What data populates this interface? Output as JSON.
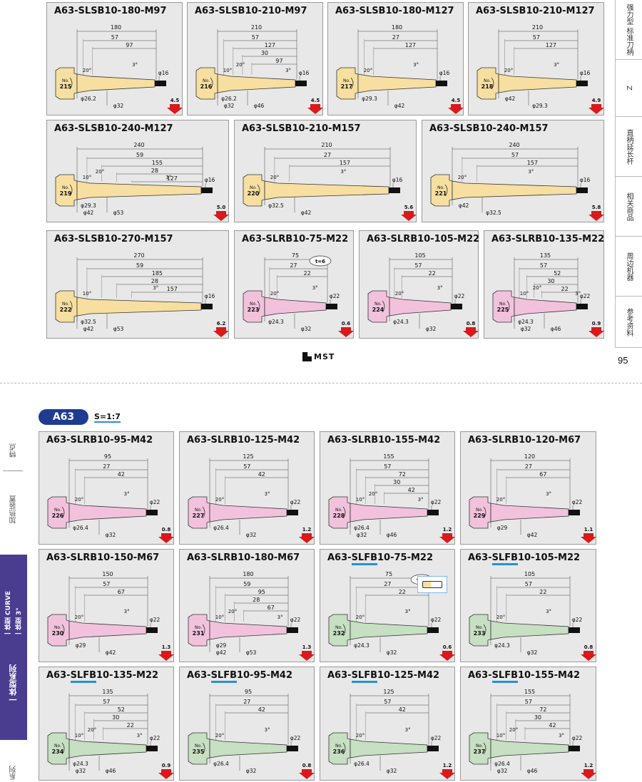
{
  "top_page": {
    "page_number": "95",
    "logo_text": "MST",
    "side_tabs": [
      "强力型 标准刀柄",
      "Z",
      "直柄延长杆",
      "相关商品",
      "周边机器",
      "参考资料"
    ],
    "cards": [
      {
        "title": "A63-SLSB10-180-M97",
        "no": "215",
        "color": "yellow",
        "dims": [
          "180",
          "57",
          "97",
          "20°",
          "3°",
          "φ16",
          "φ26.2",
          "φ32"
        ],
        "weight": "4.5"
      },
      {
        "title": "A63-SLSB10-210-M97",
        "no": "216",
        "color": "yellow",
        "dims": [
          "210",
          "57",
          "127",
          "30",
          "97",
          "10°",
          "20°",
          "3°",
          "φ16",
          "φ26.2",
          "φ46",
          "φ32"
        ],
        "weight": "4.5"
      },
      {
        "title": "A63-SLSB10-180-M127",
        "no": "217",
        "color": "yellow",
        "dims": [
          "180",
          "27",
          "127",
          "20°",
          "3°",
          "φ16",
          "φ29.3",
          "φ42"
        ],
        "weight": "4.5"
      },
      {
        "title": "A63-SLSB10-210-M127",
        "no": "218",
        "color": "yellow",
        "dims": [
          "210",
          "57",
          "127",
          "20°",
          "3°",
          "φ16",
          "φ42",
          "φ29.3"
        ],
        "weight": "4.9"
      },
      {
        "title": "A63-SLSB10-240-M127",
        "no": "219",
        "color": "yellow",
        "dims": [
          "240",
          "59",
          "155",
          "28",
          "127",
          "10°",
          "20°",
          "3°",
          "φ16",
          "φ29.3",
          "φ53",
          "φ42"
        ],
        "weight": "5.0"
      },
      {
        "title": "A63-SLSB10-210-M157",
        "no": "220",
        "color": "yellow",
        "dims": [
          "210",
          "27",
          "157",
          "20°",
          "3°",
          "φ16",
          "φ32.5",
          "φ42"
        ],
        "weight": "5.6"
      },
      {
        "title": "A63-SLSB10-240-M157",
        "no": "221",
        "color": "yellow",
        "dims": [
          "240",
          "57",
          "157",
          "20°",
          "3°",
          "φ16",
          "φ42",
          "φ32.5"
        ],
        "weight": "5.8"
      },
      {
        "title": "A63-SLSB10-270-M157",
        "no": "222",
        "color": "yellow",
        "dims": [
          "270",
          "59",
          "185",
          "28",
          "157",
          "10°",
          "3°",
          "φ16",
          "φ32.5",
          "φ53",
          "φ42"
        ],
        "weight": "6.2"
      },
      {
        "title": "A63-SLRB10-75-M22",
        "no": "223",
        "color": "pink",
        "dims": [
          "75",
          "27",
          "22",
          "20°",
          "3°",
          "φ22",
          "φ24.3",
          "φ32"
        ],
        "badge": "t=6",
        "weight": "0.6"
      },
      {
        "title": "A63-SLRB10-105-M22",
        "no": "224",
        "color": "pink",
        "dims": [
          "105",
          "57",
          "22",
          "20°",
          "3°",
          "φ22",
          "φ24.3",
          "φ32"
        ],
        "weight": "0.8"
      },
      {
        "title": "A63-SLRB10-135-M22",
        "no": "225",
        "color": "pink",
        "dims": [
          "135",
          "57",
          "52",
          "30",
          "22",
          "10°",
          "20°",
          "3°",
          "φ22",
          "φ24.3",
          "φ46",
          "φ32"
        ],
        "weight": "0.9"
      }
    ]
  },
  "bottom_page": {
    "series_label": "A63",
    "scale_label": "S=1:7",
    "left_tabs": [
      "特点",
      "加热装置",
      "一体型 3°",
      "一体型 CURVE",
      "一体型系列",
      "系列"
    ],
    "cards": [
      {
        "title": "A63-SLRB10-95-M42",
        "no": "226",
        "color": "pink",
        "dims": [
          "95",
          "27",
          "42",
          "20°",
          "3°",
          "φ22",
          "φ26.4",
          "φ32"
        ],
        "weight": "0.8"
      },
      {
        "title": "A63-SLRB10-125-M42",
        "no": "227",
        "color": "pink",
        "dims": [
          "125",
          "57",
          "42",
          "20°",
          "3°",
          "φ22",
          "φ26.4",
          "φ32"
        ],
        "weight": "1.2"
      },
      {
        "title": "A63-SLRB10-155-M42",
        "no": "228",
        "color": "pink",
        "dims": [
          "155",
          "57",
          "72",
          "30",
          "42",
          "10°",
          "20°",
          "3°",
          "φ22",
          "φ26.4",
          "φ46",
          "φ32"
        ],
        "weight": "1.2"
      },
      {
        "title": "A63-SLRB10-120-M67",
        "no": "229",
        "color": "pink",
        "dims": [
          "120",
          "27",
          "67",
          "20°",
          "3°",
          "φ22",
          "φ29",
          "φ42"
        ],
        "weight": "1.1"
      },
      {
        "title": "A63-SLRB10-150-M67",
        "no": "230",
        "color": "pink",
        "dims": [
          "150",
          "57",
          "67",
          "20°",
          "3°",
          "φ22",
          "φ29",
          "φ42"
        ],
        "weight": "1.3"
      },
      {
        "title": "A63-SLRB10-180-M67",
        "no": "231",
        "color": "pink",
        "dims": [
          "180",
          "59",
          "95",
          "28",
          "67",
          "10°",
          "20°",
          "3°",
          "φ22",
          "φ29",
          "φ53",
          "φ42"
        ],
        "weight": "1.3"
      },
      {
        "title_pre": "A63-",
        "title_u": "SLFB",
        "title_post": "10-75-M22",
        "no": "232",
        "color": "green",
        "dims": [
          "75",
          "27",
          "22",
          "20°",
          "3°",
          "φ22",
          "φ24.3",
          "φ32"
        ],
        "badge": "t=6",
        "weight": "0.6"
      },
      {
        "title_pre": "A63-",
        "title_u": "SLFB",
        "title_post": "10-105-M22",
        "no": "233",
        "color": "green",
        "dims": [
          "105",
          "57",
          "22",
          "20°",
          "3°",
          "φ22",
          "φ24.3",
          "φ32"
        ],
        "weight": "0.8"
      },
      {
        "title_pre": "A63-",
        "title_u": "SLFB",
        "title_post": "10-135-M22",
        "no": "234",
        "color": "green",
        "dims": [
          "135",
          "57",
          "52",
          "30",
          "22",
          "10°",
          "20°",
          "3°",
          "φ22",
          "φ24.3",
          "φ46",
          "φ32"
        ],
        "weight": "0.9"
      },
      {
        "title_pre": "A63-",
        "title_u": "SLFB",
        "title_post": "10-95-M42",
        "no": "235",
        "color": "green",
        "dims": [
          "95",
          "27",
          "42",
          "20°",
          "3°",
          "φ22",
          "φ26.4",
          "φ32"
        ],
        "weight": "0.8"
      },
      {
        "title_pre": "A63-",
        "title_u": "SLFB",
        "title_post": "10-125-M42",
        "no": "236",
        "color": "green",
        "dims": [
          "125",
          "57",
          "42",
          "20°",
          "3°",
          "φ22",
          "φ26.4",
          "φ32"
        ],
        "weight": "1.2"
      },
      {
        "title_pre": "A63-",
        "title_u": "SLFB",
        "title_post": "10-155-M42",
        "no": "237",
        "color": "green",
        "dims": [
          "155",
          "57",
          "72",
          "30",
          "42",
          "10°",
          "20°",
          "3°",
          "φ22",
          "φ26.4",
          "φ46",
          "φ32"
        ],
        "weight": "1.2"
      }
    ]
  },
  "colors": {
    "yellow": "#f6dfa0",
    "pink": "#f2c2dc",
    "green": "#c7dfc2",
    "arrow": "#d9191c",
    "accent_blue": "#2a8fd6",
    "series_badge": "#1f3b8f",
    "tab_active": "#4a3d8f"
  }
}
